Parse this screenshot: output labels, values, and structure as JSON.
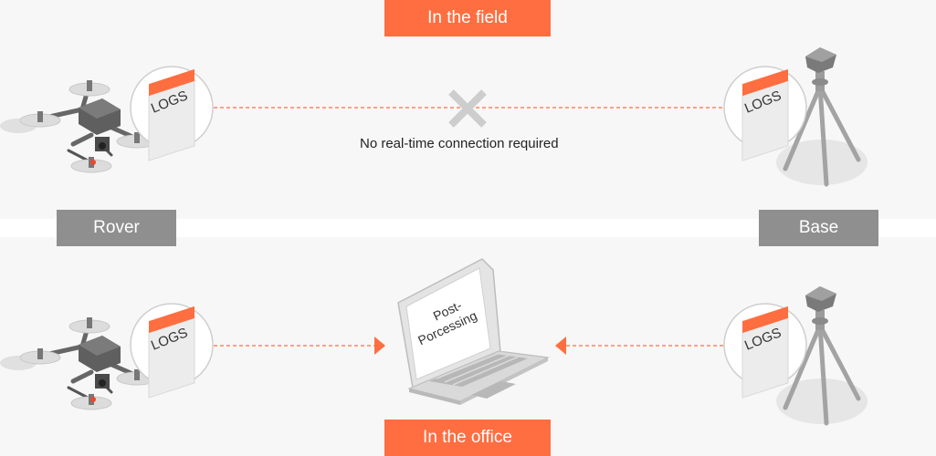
{
  "header": {
    "field_label": "In the field"
  },
  "footer": {
    "office_label": "In the office"
  },
  "roles": {
    "rover_label": "Rover",
    "base_label": "Base"
  },
  "field": {
    "connection_note": "No real-time connection required"
  },
  "logs_label": "LOGS",
  "laptop": {
    "screen_line1": "Post-",
    "screen_line2": "Porcessing"
  },
  "colors": {
    "accent": "#ff6e40",
    "role_gray": "#8f8f8f",
    "background": "#f7f7f7"
  },
  "icons": [
    "drone-icon",
    "gnss-base-icon",
    "laptop-icon",
    "cross-icon",
    "log-document-icon"
  ]
}
